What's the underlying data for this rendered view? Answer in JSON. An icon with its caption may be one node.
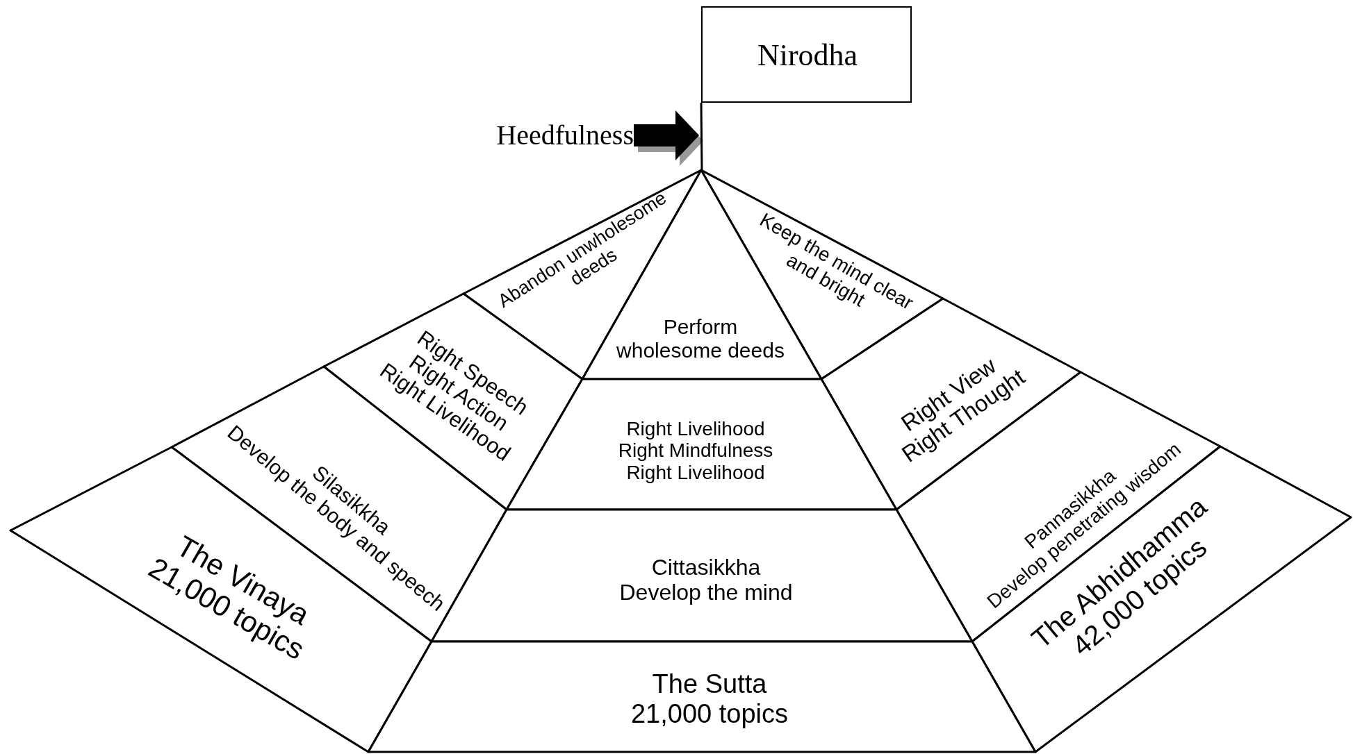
{
  "diagram": {
    "nodes": [
      {
        "text": [
          "Nirodha"
        ]
      },
      {
        "text": [
          "Heedfulness"
        ]
      },
      {
        "text": [
          "Abandon unwholesome deeds"
        ]
      },
      {
        "text": [
          "Keep the mind clear and bright"
        ]
      },
      {
        "text": [
          "Perform wholesome deeds"
        ]
      },
      {
        "text": [
          "Right Speech",
          "Right Action",
          "Right Livelihood"
        ]
      },
      {
        "text": [
          "Right View",
          "Right Thought"
        ]
      },
      {
        "text": [
          "Right Livelihood",
          "Right Mindfulness",
          "Right Livelihood"
        ]
      },
      {
        "text": [
          "Silasikkha",
          "Develop the body and speech"
        ]
      },
      {
        "text": [
          "Pannasikkha",
          "Develop penetrating wisdom"
        ]
      },
      {
        "text": [
          "Cittasikkha",
          "Develop the mind"
        ]
      },
      {
        "text": [
          "The Vinaya",
          "21,000 topics"
        ]
      },
      {
        "text": [
          "The Abhidhamma",
          "42,000 topics"
        ]
      },
      {
        "text": [
          "The Sutta",
          "21,000 topics"
        ]
      }
    ],
    "edges": [
      {
        "from": 1,
        "to": null,
        "arrow": "to",
        "style": "thick"
      },
      {
        "from": 0,
        "to": 4,
        "arrow": "none"
      }
    ]
  }
}
